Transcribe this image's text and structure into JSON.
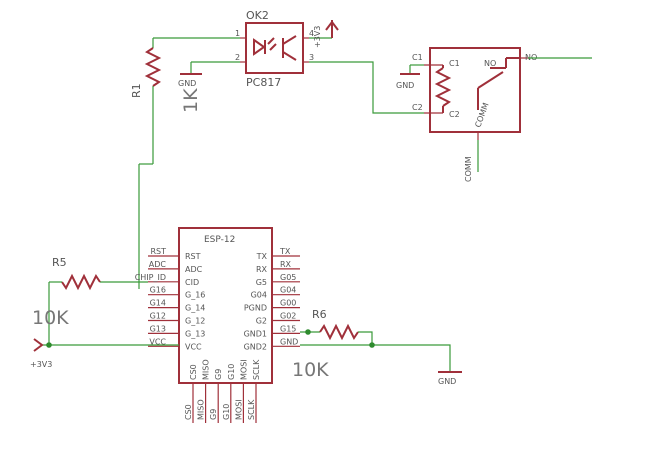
{
  "optocoupler": {
    "ref": "OK2",
    "part": "PC817",
    "pin1": "1",
    "pin2": "2",
    "pin3": "3",
    "pin4": "4",
    "supply": "+3V3",
    "gnd": "GND"
  },
  "r1": {
    "ref": "R1",
    "value": "1K"
  },
  "relay": {
    "c1": "C1",
    "c2": "C2",
    "no_pin": "NO",
    "no_net": "NO",
    "comm_pin": "COMM",
    "comm_net": "COMM",
    "gnd": "GND"
  },
  "esp": {
    "title": "ESP-12",
    "left_nets": [
      "RST",
      "ADC",
      "CHIP_ID",
      "G16",
      "G14",
      "G12",
      "G13",
      "VCC"
    ],
    "left_pins": [
      "RST",
      "ADC",
      "CID",
      "G_16",
      "G_14",
      "G_12",
      "G_13",
      "VCC"
    ],
    "right_pins": [
      "TX",
      "RX",
      "G5",
      "G04",
      "PGND",
      "G2",
      "GND1",
      "GND2"
    ],
    "right_nets": [
      "TX",
      "RX",
      "G05",
      "G04",
      "G00",
      "G02",
      "G15",
      "GND"
    ],
    "bottom_pins": [
      "CS0",
      "MISO",
      "G9",
      "G10",
      "MOSI",
      "SCLK"
    ],
    "bottom_nets": [
      "CS0",
      "MISO",
      "G9",
      "G10",
      "MOSI",
      "SCLK"
    ]
  },
  "r5": {
    "ref": "R5",
    "value": "10K"
  },
  "r6": {
    "ref": "R6",
    "value": "10K"
  },
  "supply_left": "+3V3",
  "gnd_bottom": "GND"
}
